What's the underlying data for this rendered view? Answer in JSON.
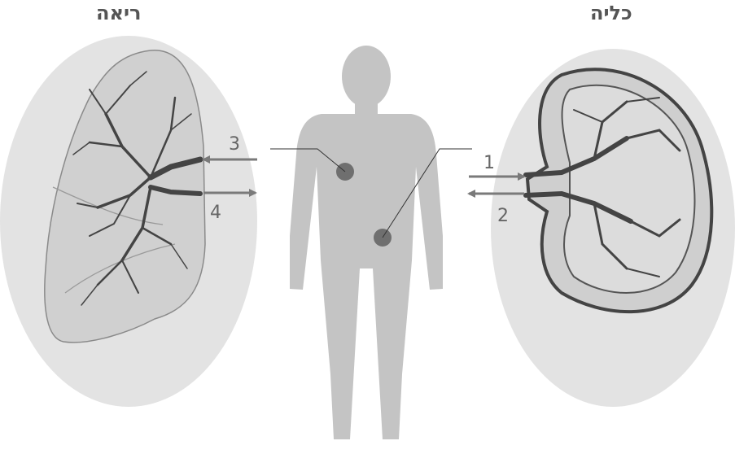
{
  "labels": {
    "lung": "ריאה",
    "kidney": "כליה"
  },
  "arrows": {
    "a1": "1",
    "a2": "2",
    "a3": "3",
    "a4": "4"
  },
  "colors": {
    "circle_fill": "#e3e3e3",
    "body_silhouette": "#c4c4c4",
    "organ_dot": "#6f6f6f",
    "arrow": "#7a7a7a",
    "vessel": "#444444"
  }
}
